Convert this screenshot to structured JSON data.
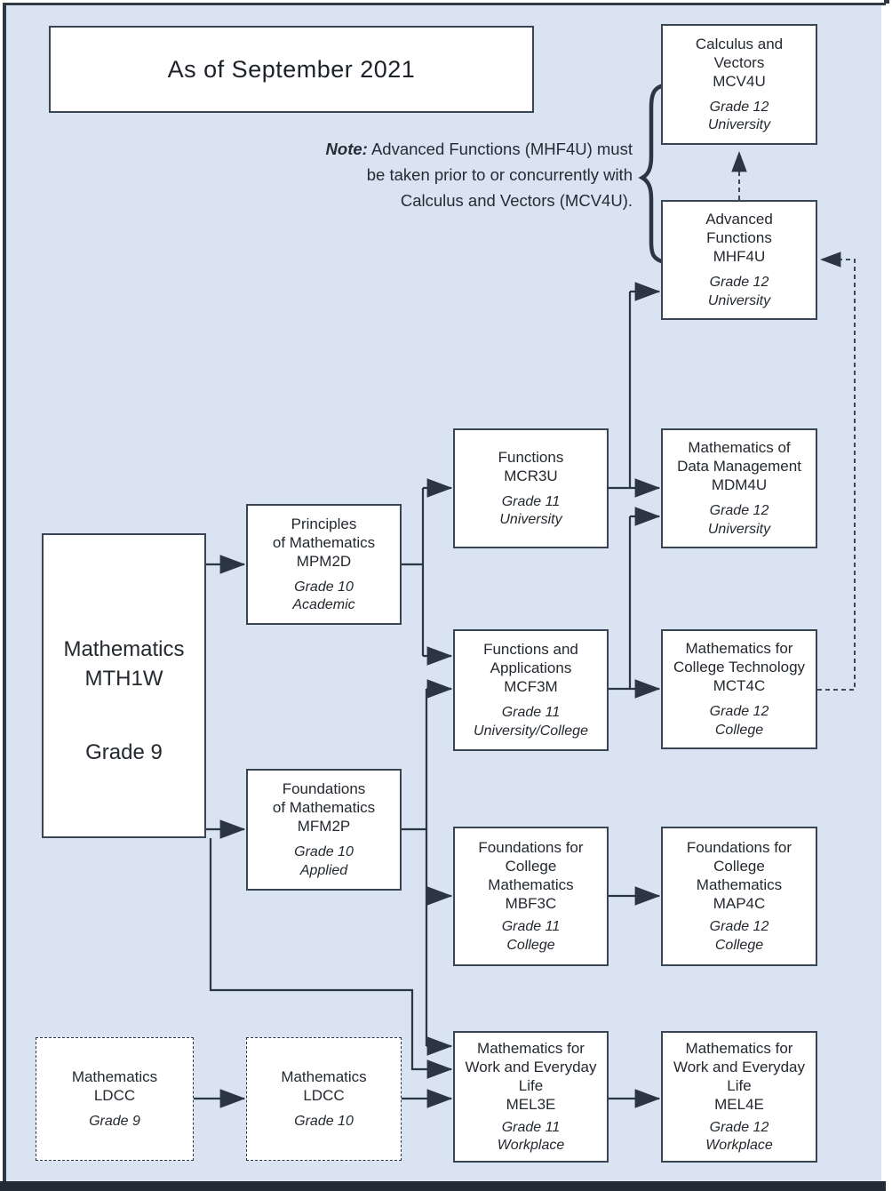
{
  "stamp": {
    "text": "As of September 2021"
  },
  "note": {
    "prefix": "Note:",
    "line1_rest": " Advanced Functions (MHF4U) must",
    "line2": "be taken prior to or concurrently with",
    "line3": "Calculus and Vectors (MCV4U)."
  },
  "nodes": {
    "mcv4u": {
      "title": "Calculus and\nVectors\nMCV4U",
      "grade": "Grade 12\nUniversity"
    },
    "mhf4u": {
      "title": "Advanced\nFunctions\nMHF4U",
      "grade": "Grade 12\nUniversity"
    },
    "mcr3u": {
      "title": "Functions\nMCR3U",
      "grade": "Grade 11\nUniversity"
    },
    "mdm4u": {
      "title": "Mathematics of\nData Management\nMDM4U",
      "grade": "Grade 12\nUniversity"
    },
    "mcf3m": {
      "title": "Functions and\nApplications\nMCF3M",
      "grade": "Grade 11\nUniversity/College"
    },
    "mct4c": {
      "title": "Mathematics for\nCollege Technology\nMCT4C",
      "grade": "Grade 12\nCollege"
    },
    "mth1w": {
      "title": "Mathematics\nMTH1W",
      "grade": "Grade 9"
    },
    "mpm2d": {
      "title": "Principles\nof Mathematics\nMPM2D",
      "grade": "Grade 10\nAcademic"
    },
    "mfm2p": {
      "title": "Foundations\nof Mathematics\nMFM2P",
      "grade": "Grade 10\nApplied"
    },
    "mbf3c": {
      "title": "Foundations for\nCollege\nMathematics\nMBF3C",
      "grade": "Grade 11\nCollege"
    },
    "map4c": {
      "title": "Foundations for\nCollege\nMathematics\nMAP4C",
      "grade": "Grade 12\nCollege"
    },
    "ldcc9": {
      "title": "Mathematics\nLDCC",
      "grade": "Grade 9"
    },
    "ldcc10": {
      "title": "Mathematics\nLDCC",
      "grade": "Grade 10"
    },
    "mel3e": {
      "title": "Mathematics for\nWork and Everyday\nLife\nMEL3E",
      "grade": "Grade 11\nWorkplace"
    },
    "mel4e": {
      "title": "Mathematics for\nWork and Everyday\nLife\nMEL4E",
      "grade": "Grade 12\nWorkplace"
    }
  },
  "colors": {
    "background": "#d9e3f1",
    "box_fill": "#ffffff",
    "box_border": "#3a4553",
    "connector": "#2b3642",
    "text": "#24292f"
  }
}
